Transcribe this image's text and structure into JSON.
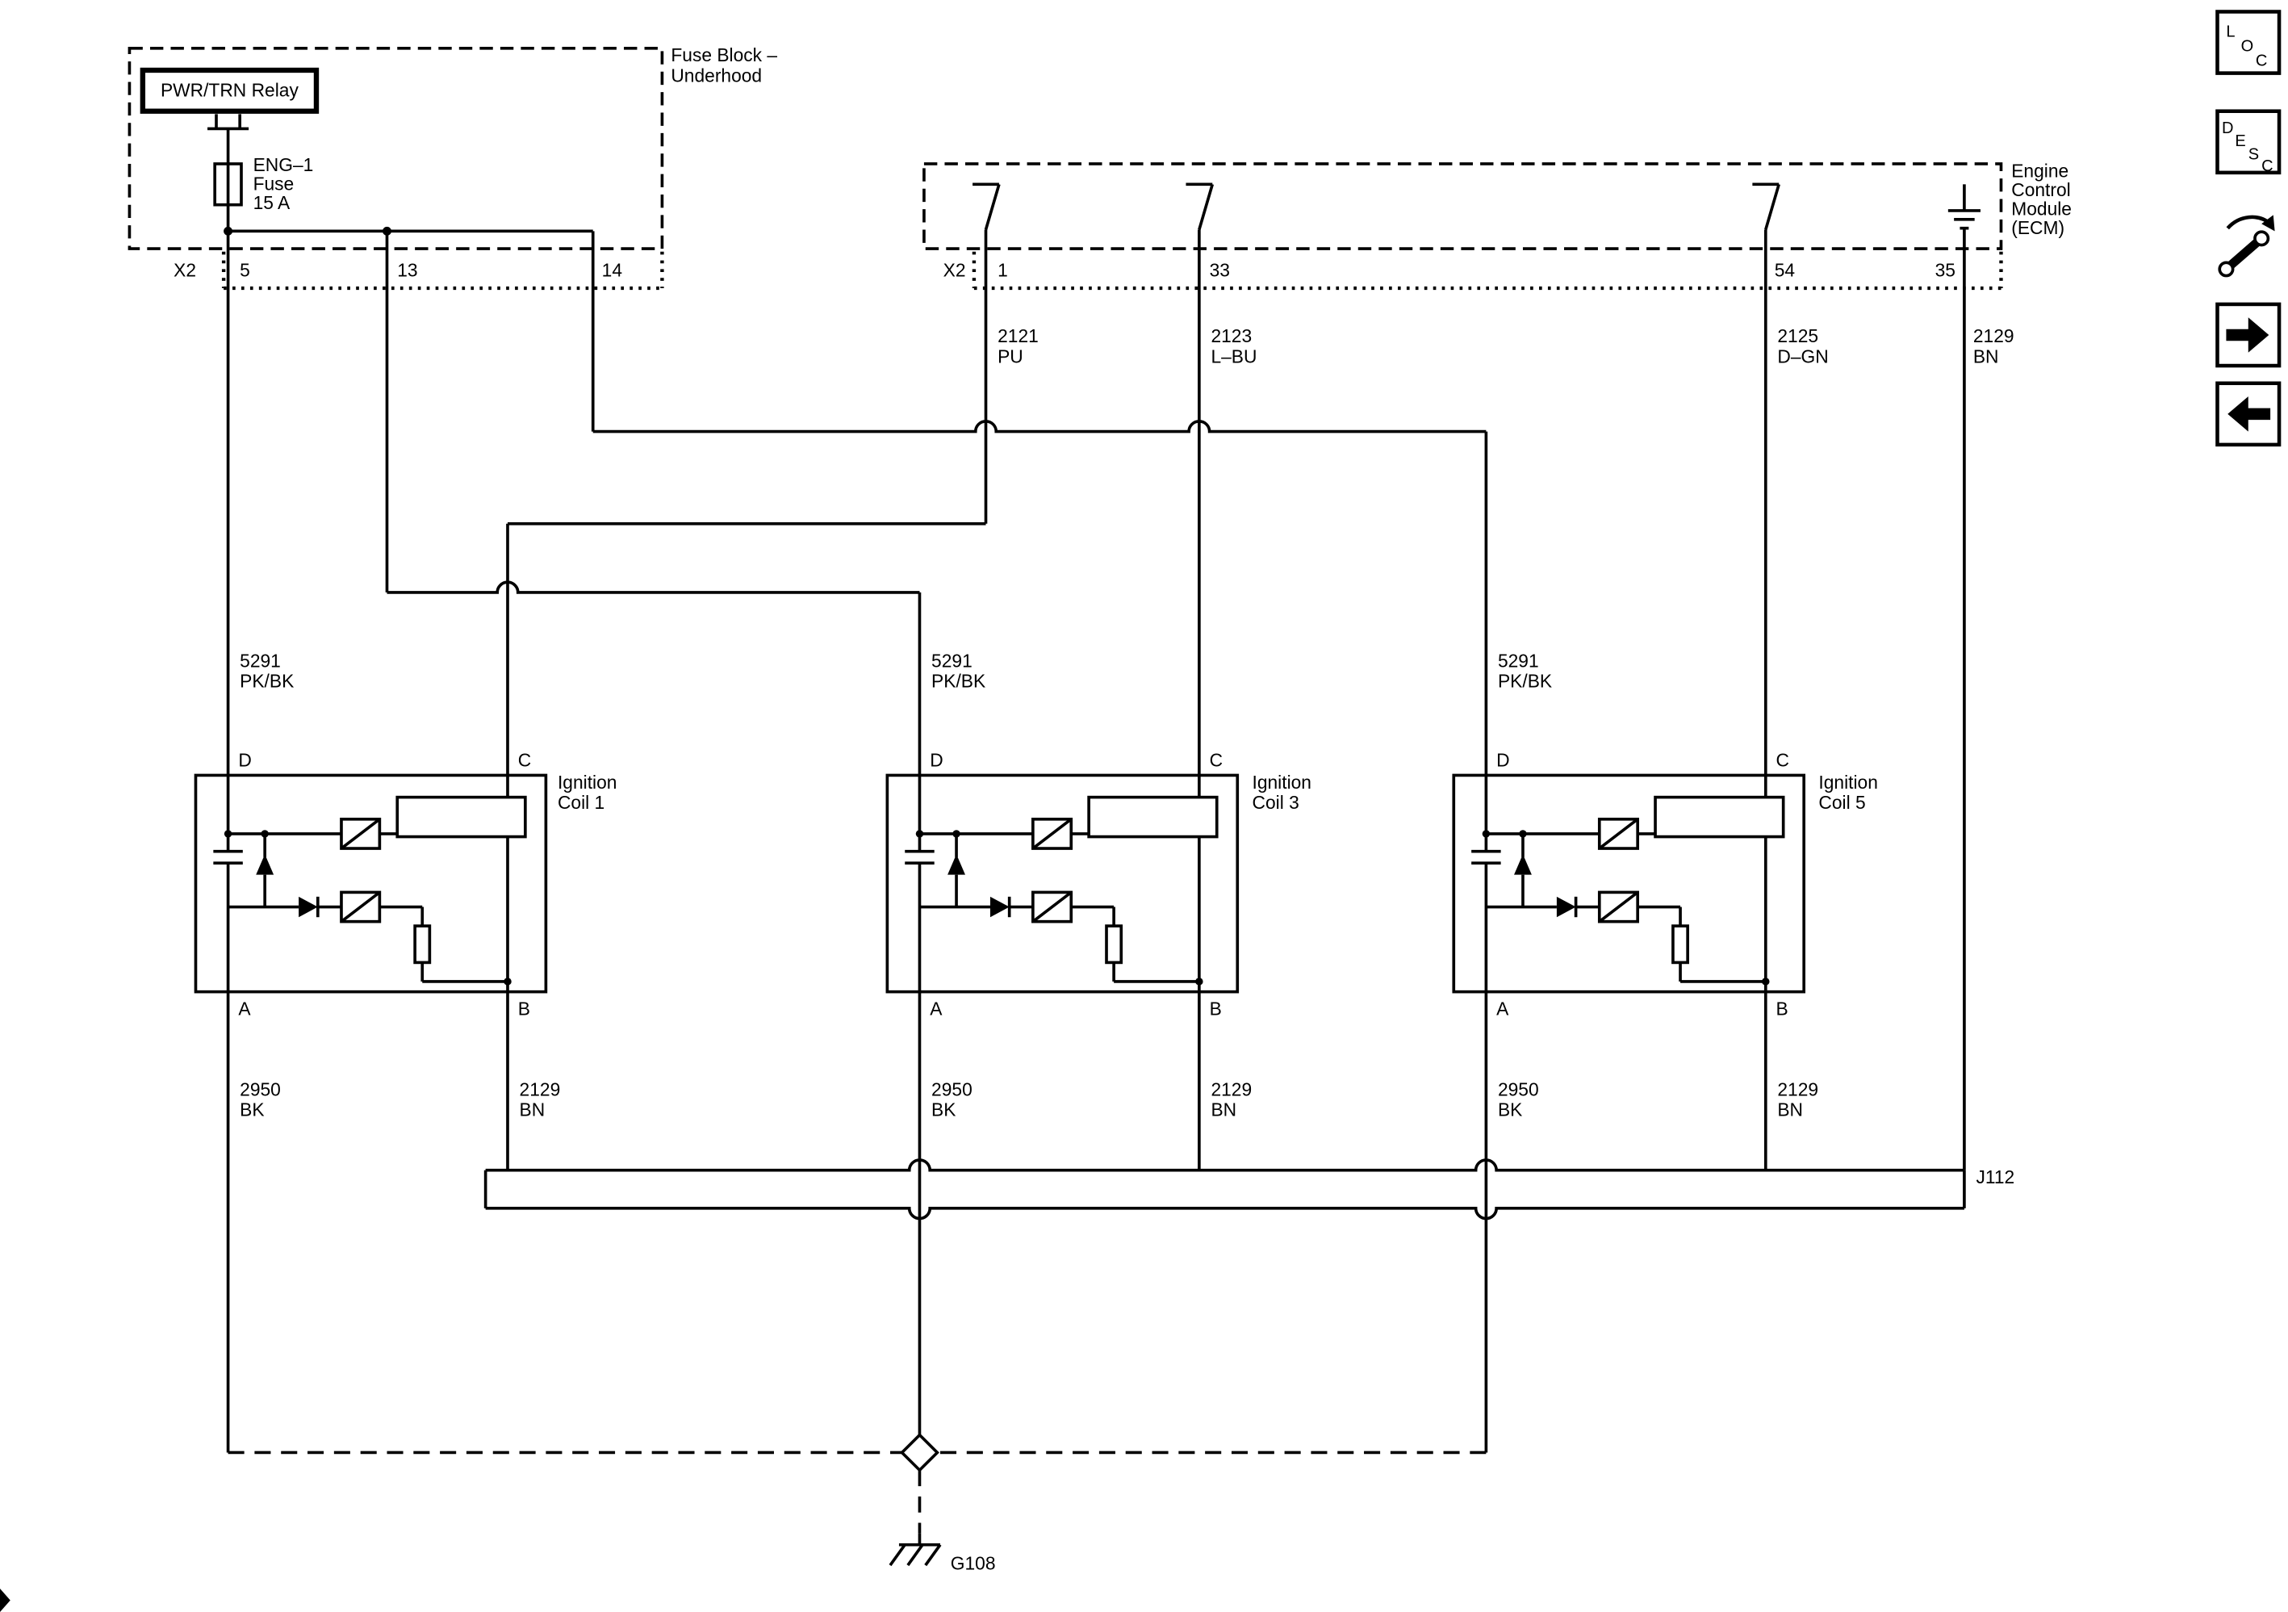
{
  "fuse_block": {
    "title_line1": "Fuse Block –",
    "title_line2": "Underhood",
    "relay_label": "PWR/TRN Relay",
    "fuse_name": "ENG–1",
    "fuse_word": "Fuse",
    "fuse_rating": "15 A",
    "connector_label": "X2",
    "pin_5": "5",
    "pin_13": "13",
    "pin_14": "14"
  },
  "ecm": {
    "title_line1": "Engine",
    "title_line2": "Control",
    "title_line3": "Module",
    "title_line4": "(ECM)",
    "connector_label": "X2",
    "pin_1": "1",
    "pin_33": "33",
    "pin_54": "54",
    "pin_35": "35"
  },
  "wires": {
    "w2121": {
      "circuit": "2121",
      "color": "PU"
    },
    "w2123": {
      "circuit": "2123",
      "color": "L–BU"
    },
    "w2125": {
      "circuit": "2125",
      "color": "D–GN"
    },
    "w2129": {
      "circuit": "2129",
      "color": "BN"
    },
    "w5291": {
      "circuit": "5291",
      "color": "PK/BK"
    },
    "w2950": {
      "circuit": "2950",
      "color": "BK"
    }
  },
  "coils": {
    "pin_d": "D",
    "pin_c": "C",
    "pin_a": "A",
    "pin_b": "B",
    "coil1_line1": "Ignition",
    "coil1_line2": "Coil 1",
    "coil3_line1": "Ignition",
    "coil3_line2": "Coil 3",
    "coil5_line1": "Ignition",
    "coil5_line2": "Coil 5"
  },
  "splice_label": "J112",
  "ground_label": "G108",
  "toolbar": {
    "loc_l": "L",
    "loc_o": "O",
    "loc_c": "C",
    "desc_d": "D",
    "desc_e": "E",
    "desc_s": "S",
    "desc_c": "C"
  }
}
